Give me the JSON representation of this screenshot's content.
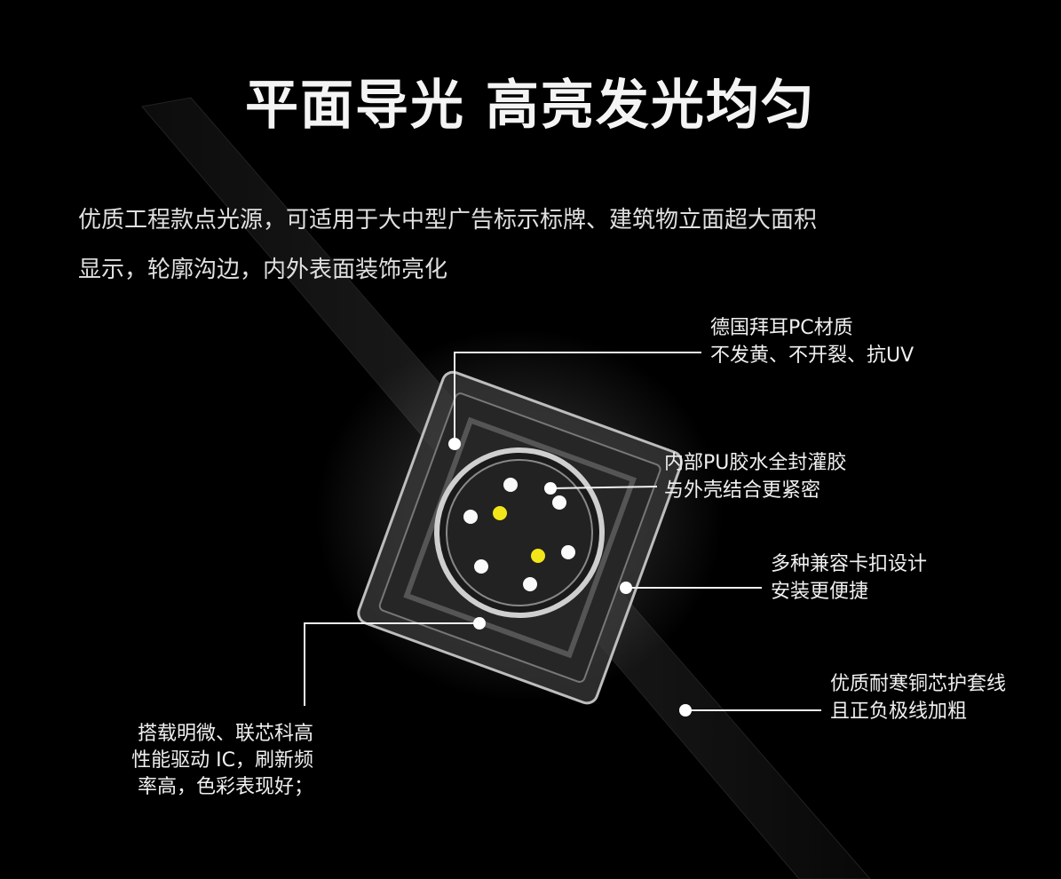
{
  "title": "平面导光 高亮发光均匀",
  "intro": {
    "line1": "优质工程款点光源，可适用于大中型广告标示标牌、建筑物立面超大面积",
    "line2": "显示，轮廓沟边，内外表面装饰亮化"
  },
  "callouts": [
    {
      "lines": [
        "德国拜耳PC材质",
        "不发黄、不开裂、抗UV"
      ]
    },
    {
      "lines": [
        "内部PU胶水全封灌胶",
        "与外壳结合更紧密"
      ]
    },
    {
      "lines": [
        "多种兼容卡扣设计",
        "安装更便捷"
      ]
    },
    {
      "lines": [
        "优质耐寒铜芯护套线",
        "且正负极线加粗"
      ]
    },
    {
      "lines": [
        "搭载明微、联芯科高",
        "性能驱动 IC，刷新频",
        "率高，色彩表现好；"
      ]
    }
  ],
  "colors": {
    "background": "#000000",
    "led_yellow": "#f2e61a",
    "text": "#f0f0f0"
  }
}
